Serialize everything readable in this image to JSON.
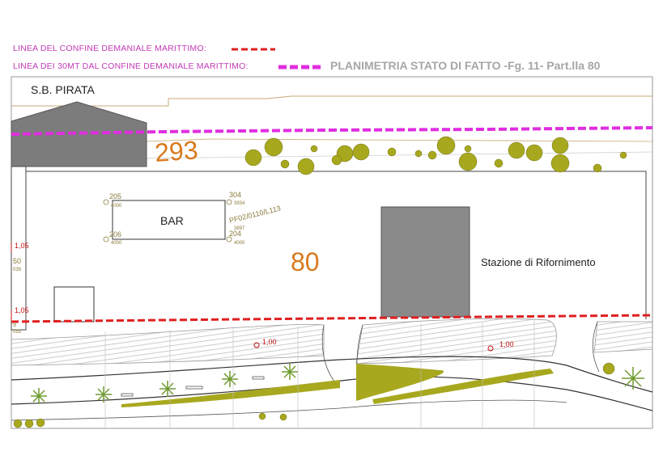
{
  "legend": {
    "maritime_boundary_label": "LINEA DEL CONFINE DEMANIALE MARITTIMO:",
    "thirty_m_line_label": "LINEA DEI 30MT DAL CONFINE DEMANIALE MARITTIMO:",
    "maritime_boundary_color": "#e01f1f",
    "thirty_m_line_color": "#e02de0"
  },
  "title": "PLANIMETRIA STATO DI FATTO -Fg. 11- Part.lla 80",
  "map": {
    "building_label": "S.B. PIRATA",
    "parcel_293": "293",
    "parcel_80": "80",
    "bar_label": "BAR",
    "station_label": "Stazione di Rifornimento",
    "survey_code": "PF02/0110/L113",
    "points": {
      "p205": "205",
      "p206": "206",
      "p304": "304",
      "p204": "204",
      "p205_sub": "4000",
      "p206_sub": "4000",
      "p304_sub": "3934",
      "p204_mid": "3897",
      "p204_sub": "4000"
    },
    "left_markers": {
      "elev_top": "1,05",
      "code_50": "50",
      "code_039": "039",
      "elev_bottom": "1,05",
      "code_9": "9",
      "code_059": "059"
    },
    "elevations": {
      "road_left": "1,00",
      "road_right": "1,00"
    },
    "parcel_label_color": "#d97a1e",
    "vegetation_color": "#a8a81f"
  }
}
